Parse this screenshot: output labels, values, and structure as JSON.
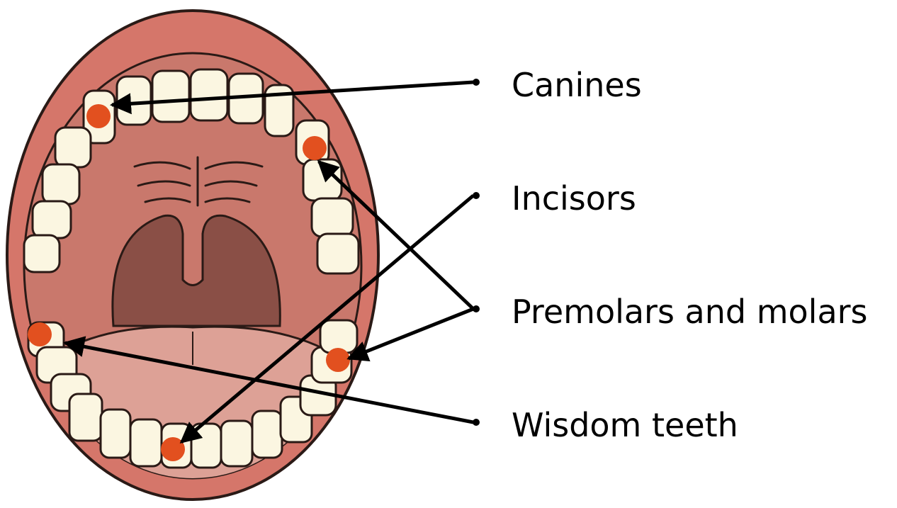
{
  "labels": [
    "Canines",
    "Incisors",
    "Premolars and molars",
    "Wisdom teeth"
  ],
  "colors": {
    "lip": "#d5766a",
    "mouth_interior": "#c9786c",
    "throat": "#8a4f46",
    "tongue": "#dda196",
    "tooth": "#fbf6e1",
    "marker": "#e2501f",
    "outline": "#2a1a16",
    "arrow": "#000000"
  }
}
